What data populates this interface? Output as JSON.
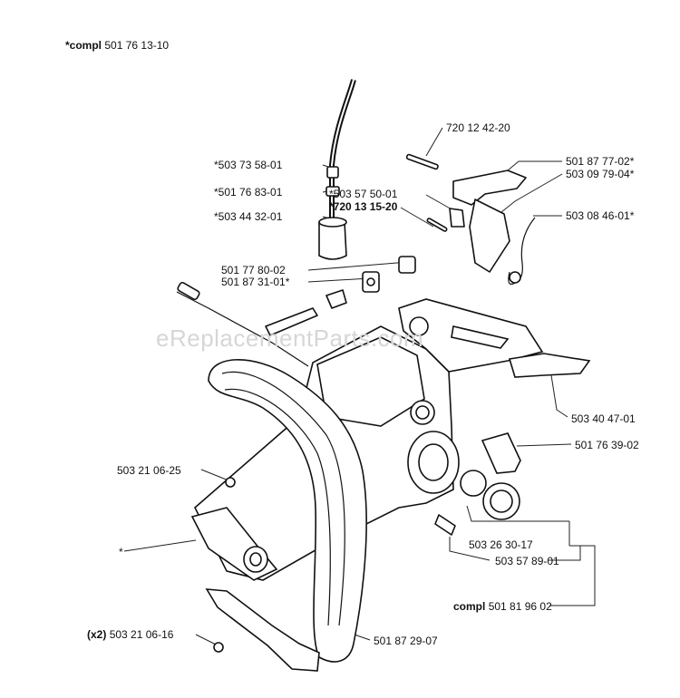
{
  "header": {
    "prefix": "*compl",
    "number": "501 76 13-10"
  },
  "watermark": "eReplacementParts.com",
  "callouts": {
    "c720_12_42_20": "720 12 42-20",
    "c503_73_58_01": "*503 73 58-01",
    "c501_76_83_01": "*501 76 83-01",
    "c503_57_50_01": "*503 57 50-01",
    "c720_13_15_20": "*720 13 15-20",
    "c503_44_32_01": "*503 44 32-01",
    "c501_87_77_02": "501 87 77-02*",
    "c503_09_79_04": "503 09 79-04*",
    "c503_08_46_01": "503 08 46-01*",
    "c501_77_80_02": "501 77 80-02",
    "c501_87_31_01": "501 87 31-01*",
    "c503_40_47_01": "503 40 47-01",
    "c501_76_39_02": "501 76 39-02",
    "c503_21_06_25": "503 21 06-25",
    "c_star": "*",
    "c503_26_30_17": "503 26 30-17",
    "c503_57_89_01": "503 57 89-01",
    "compl_prefix": "compl",
    "compl_number": "501 81 96 02",
    "x2_prefix": "(x2)",
    "x2_number": "503 21 06-16",
    "c501_87_29_07": "501 87 29-07"
  }
}
